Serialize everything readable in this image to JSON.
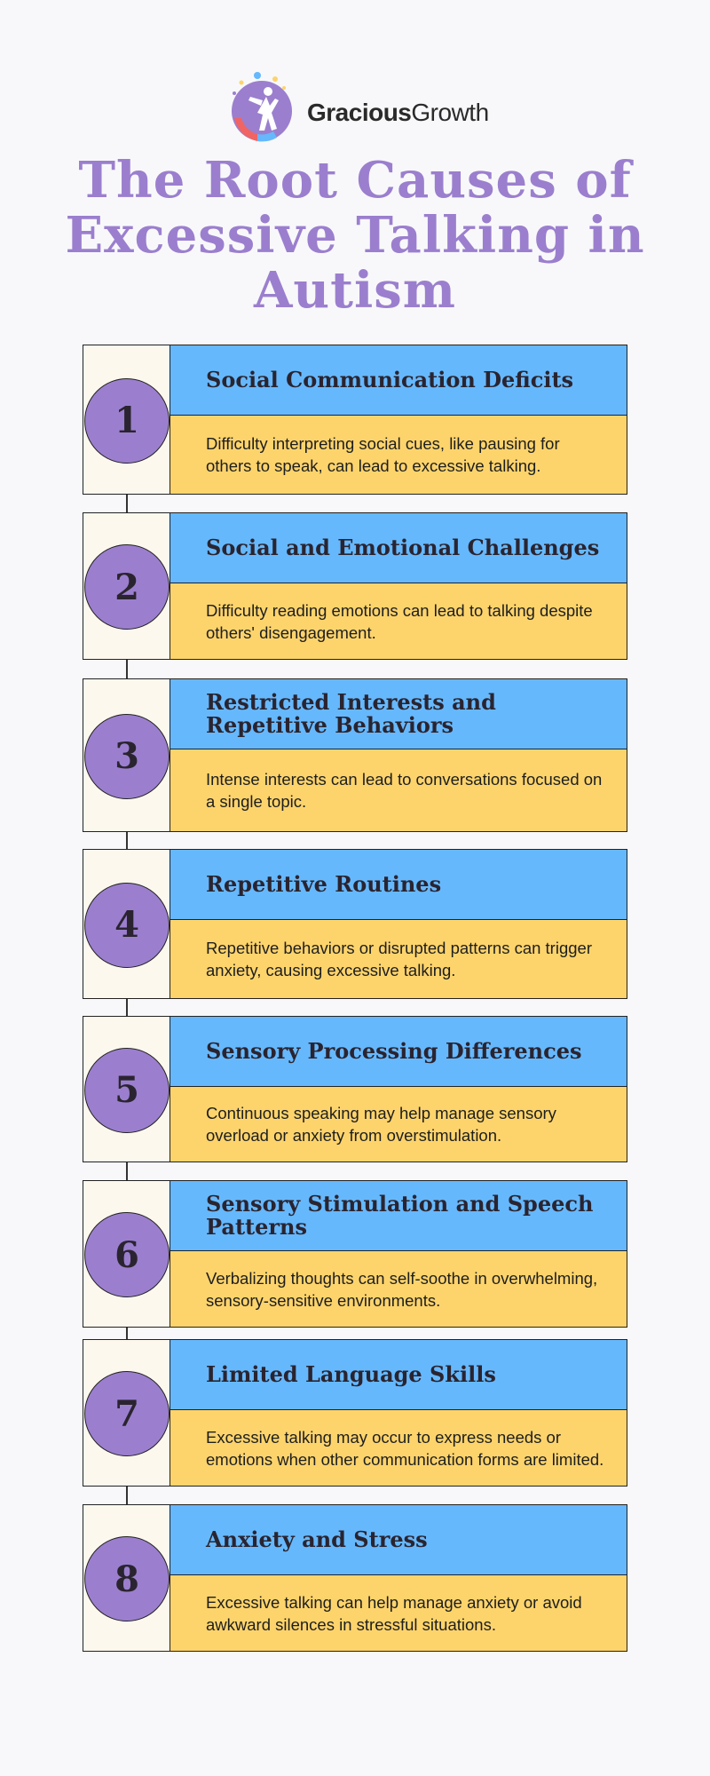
{
  "logo": {
    "brand_bold": "Gracious",
    "brand_light": "Growth",
    "icon": "child-jumping-logo-icon"
  },
  "title": "The Root Causes of Excessive Talking in Autism",
  "colors": {
    "accent": "#9b7fce",
    "header_blue": "#66b8fc",
    "body_yellow": "#fdd46c",
    "side_cream": "#fdf8ee"
  },
  "causes": [
    {
      "number": "1",
      "heading": "Social Communication Deficits",
      "text": "Difficulty interpreting social cues, like pausing for others to speak, can lead to excessive talking."
    },
    {
      "number": "2",
      "heading": "Social and Emotional Challenges",
      "text": "Difficulty reading emotions can lead to talking despite others' disengagement."
    },
    {
      "number": "3",
      "heading": "Restricted Interests and Repetitive Behaviors",
      "text": "Intense interests can lead to conversations focused on a single topic."
    },
    {
      "number": "4",
      "heading": "Repetitive Routines",
      "text": "Repetitive behaviors or disrupted patterns can trigger anxiety, causing excessive talking."
    },
    {
      "number": "5",
      "heading": "Sensory Processing Differences",
      "text": "Continuous speaking may help manage sensory overload or anxiety from overstimulation."
    },
    {
      "number": "6",
      "heading": "Sensory Stimulation and Speech Patterns",
      "text": "Verbalizing thoughts can self-soothe in overwhelming, sensory-sensitive environments."
    },
    {
      "number": "7",
      "heading": "Limited Language Skills",
      "text": "Excessive talking may occur to express needs or emotions when other communication forms are limited."
    },
    {
      "number": "8",
      "heading": "Anxiety and Stress",
      "text": "Excessive talking can help manage anxiety or avoid awkward silences in stressful situations."
    }
  ]
}
